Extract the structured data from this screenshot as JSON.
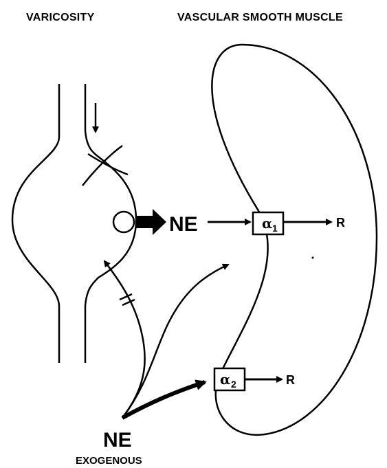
{
  "labels": {
    "varicosity": "VARICOSITY",
    "vascular_smooth_muscle": "VASCULAR SMOOTH MUSCLE",
    "ne_released": "NE",
    "ne_exogenous": "NE",
    "exogenous": "EXOGENOUS",
    "alpha1_symbol": "α",
    "alpha1_sub": "1",
    "alpha2_symbol": "α",
    "alpha2_sub": "2",
    "response_1": "R",
    "response_2": "R"
  }
}
